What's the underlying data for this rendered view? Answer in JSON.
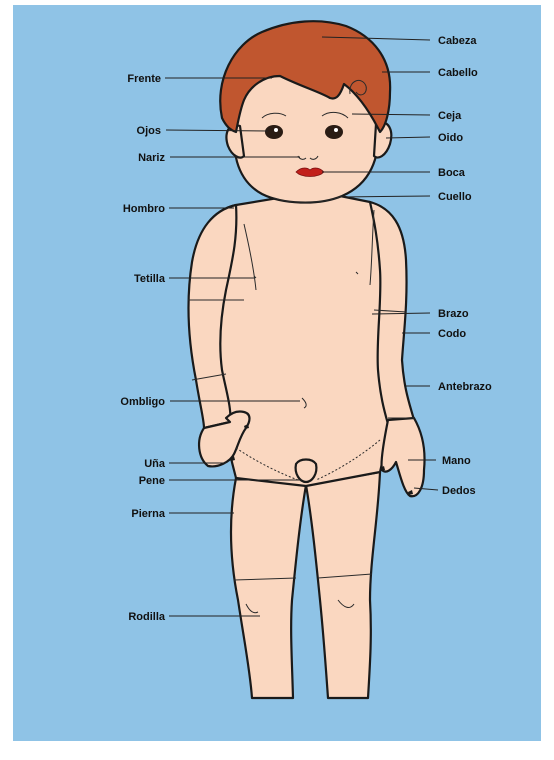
{
  "colors": {
    "background": "#8fc3e6",
    "frame": "#ffffff",
    "skin": "#fad7c0",
    "hair": "#c0562f",
    "lips": "#c2201b",
    "outline": "#1a1a1a"
  },
  "labels": {
    "left": [
      "Frente",
      "Ojos",
      "Nariz",
      "Hombro",
      "Tetilla",
      "Ombligo",
      "Uña",
      "Pene",
      "Pierna",
      "Rodilla"
    ],
    "right": [
      "Cabeza",
      "Cabello",
      "Ceja",
      "Oido",
      "Boca",
      "Cuello",
      "Brazo",
      "Codo",
      "Antebrazo",
      "Mano",
      "Dedos"
    ]
  }
}
